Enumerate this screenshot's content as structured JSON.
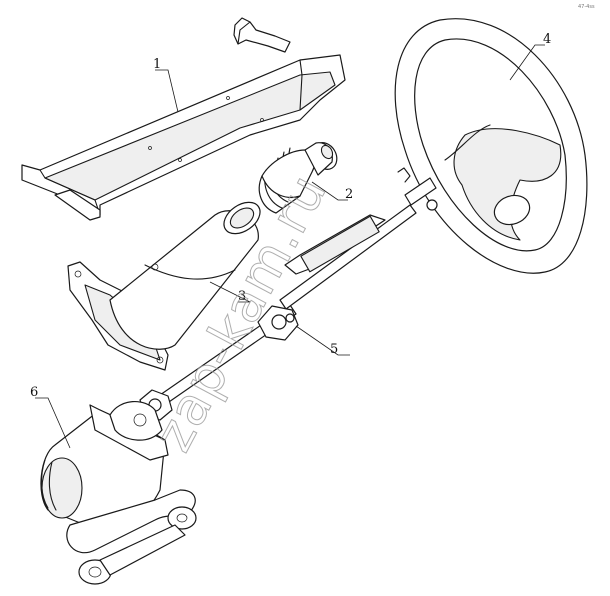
{
  "diagram": {
    "labels": [
      {
        "id": "1",
        "text": "1"
      },
      {
        "id": "2",
        "text": "2"
      },
      {
        "id": "3",
        "text": "3"
      },
      {
        "id": "4",
        "text": "4"
      },
      {
        "id": "5",
        "text": "5"
      },
      {
        "id": "6",
        "text": "6"
      }
    ],
    "watermark": "zap-kam.ru",
    "corner_mark": "47-4ss"
  },
  "colors": {
    "line": "#1a1a1a",
    "watermark": "#9a9a9a",
    "background": "#ffffff"
  }
}
